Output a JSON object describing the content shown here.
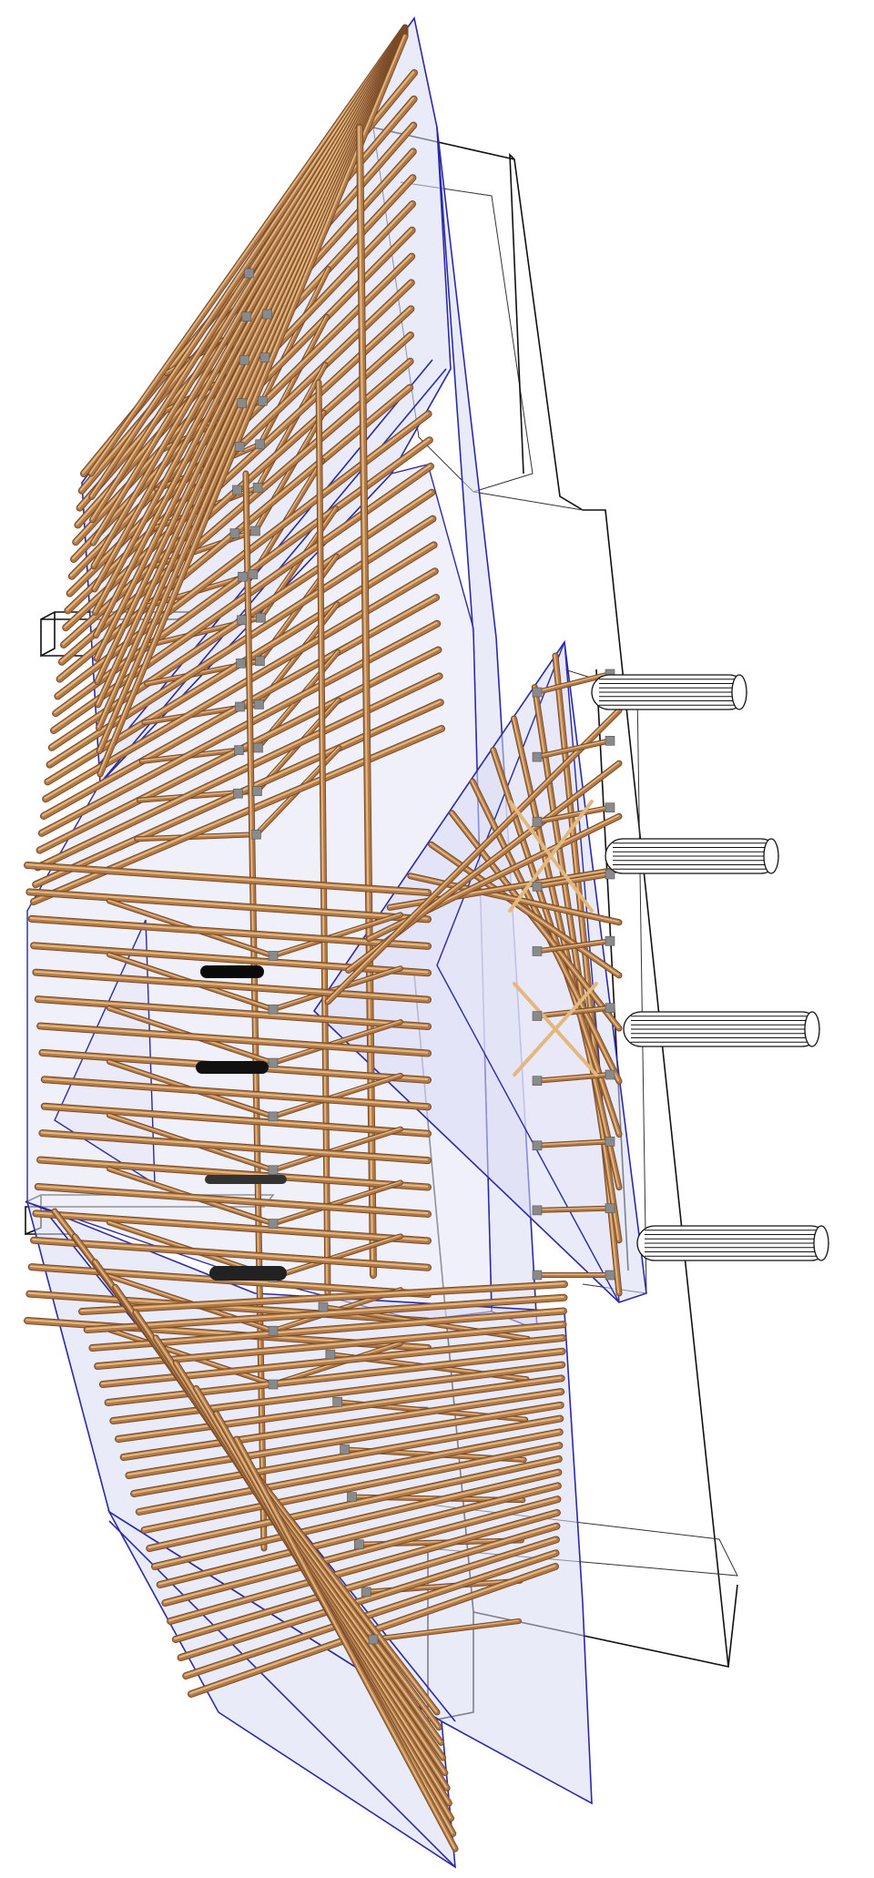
{
  "scene": {
    "subject": "roof-truss-3d-model",
    "colors": {
      "background": "#ffffff",
      "sheathing_fill": "#d9dbf4",
      "sheathing_edge": "#2a2aa8",
      "timber": "#b07a4a",
      "timber_dark": "#7a4a28",
      "timber_light": "#e2b87e",
      "connector_plate": "#8a8a8a",
      "wireframe": "#111111"
    },
    "icons": [
      "truss-member",
      "gusset-plate",
      "column-cylinder",
      "wall-wireframe"
    ]
  }
}
